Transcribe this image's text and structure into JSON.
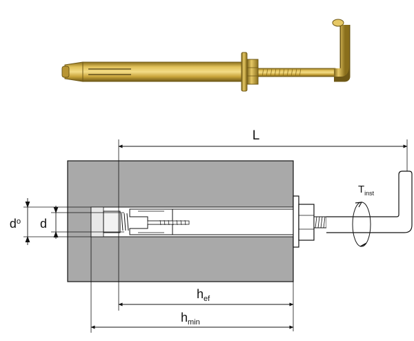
{
  "labels": {
    "length": "L",
    "torque_main": "T",
    "torque_sub": "inst",
    "drill_diameter_main": "d",
    "drill_diameter_sub": "o",
    "bolt_diameter": "d",
    "embed_depth_main": "h",
    "embed_depth_sub": "ef",
    "min_thickness_main": "h",
    "min_thickness_sub": "min"
  },
  "colors": {
    "concrete": "#a9a9a9",
    "hole": "#ffffff",
    "line": "#111111",
    "metal_gold": "#c9a43a",
    "metal_dark": "#7a6218"
  },
  "icons": {
    "photo": "hook-anchor-bolt-icon",
    "torque": "rotation-arrow-icon"
  }
}
